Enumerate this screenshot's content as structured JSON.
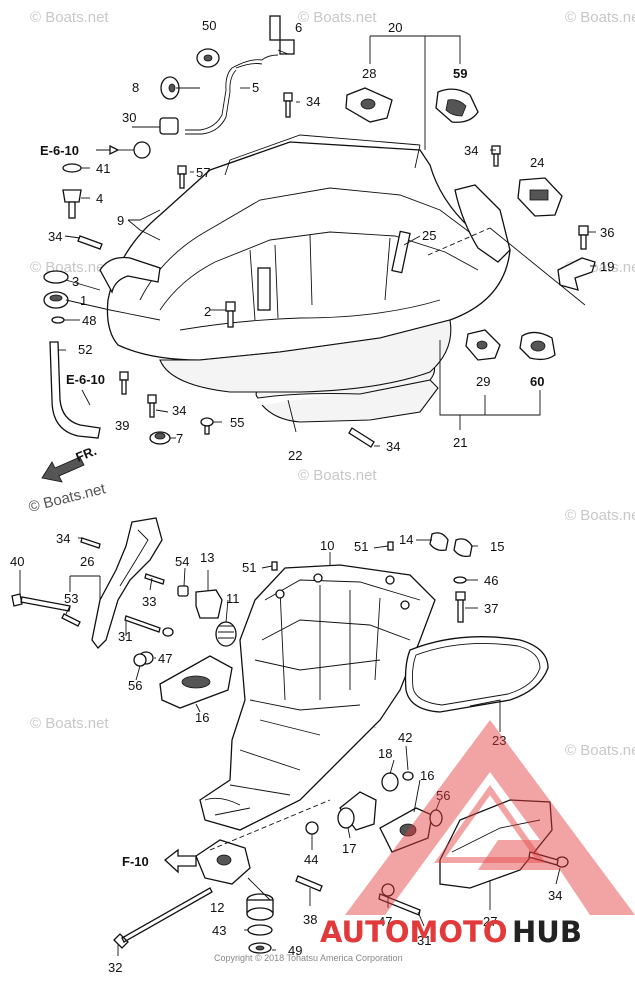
{
  "watermark": {
    "tile": "© Boats.net",
    "brand": "© Boats.net"
  },
  "logo": {
    "text_red": "AUTOMOTO",
    "text_dark": "HUB",
    "color_red": "#e23a3a",
    "color_dark": "#222222"
  },
  "refs": {
    "top_ref": "E-6-10",
    "bottom_ref": "E-6-10",
    "fwd": "FR.",
    "f10": "F-10"
  },
  "callouts": {
    "c50": "50",
    "c6": "6",
    "c20": "20",
    "c28": "28",
    "c59": "59",
    "c5": "5",
    "c8": "8",
    "c34a": "34",
    "c30": "30",
    "c34b": "34",
    "c41": "41",
    "c57": "57",
    "c24": "24",
    "c4": "4",
    "c9": "9",
    "c25": "25",
    "c36": "36",
    "c34c": "34",
    "c19": "19",
    "c3": "3",
    "c1": "1",
    "c48": "48",
    "c2": "2",
    "c52": "52",
    "c29": "29",
    "c60": "60",
    "c39": "39",
    "c34d": "34",
    "c55": "55",
    "c7": "7",
    "c21": "21",
    "c22": "22",
    "c34e": "34",
    "c34f": "34",
    "c26": "26",
    "c40": "40",
    "c54": "54",
    "c13": "13",
    "c51a": "51",
    "c10": "10",
    "c51b": "51",
    "c14": "14",
    "c15": "15",
    "c46": "46",
    "c53": "53",
    "c33": "33",
    "c11": "11",
    "c37": "37",
    "c31a": "31",
    "c47a": "47",
    "c56a": "56",
    "c16a": "16",
    "c23": "23",
    "c42": "42",
    "c18": "18",
    "c16b": "16",
    "c56b": "56",
    "c17": "17",
    "c44": "44",
    "c12": "12",
    "c38": "38",
    "c47b": "47",
    "c31b": "31",
    "c27": "27",
    "c34g": "34",
    "c43": "43",
    "c49": "49",
    "c32": "32"
  },
  "copyright": "Copyright © 2018 Tohatsu America Corporation"
}
